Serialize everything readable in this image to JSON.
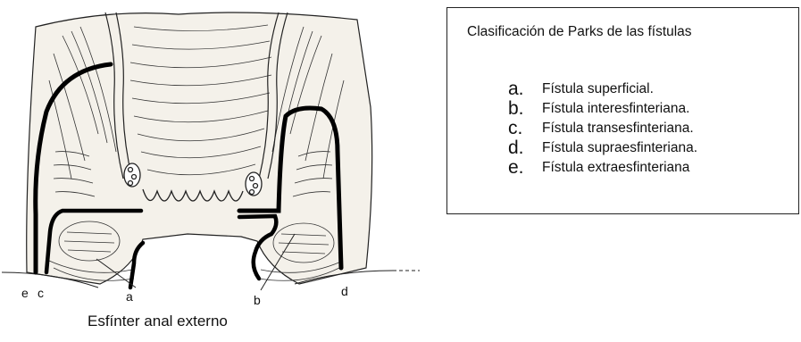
{
  "figure": {
    "caption": "Esfínter anal externo",
    "labels": {
      "e": "e",
      "c": "c",
      "a": "a",
      "b": "b",
      "d": "d"
    }
  },
  "legend": {
    "title": "Clasificación de Parks de las fístulas",
    "items": [
      {
        "letter": "a.",
        "text": "Fístula superficial."
      },
      {
        "letter": "b.",
        "text": "Fístula interesfinteriana."
      },
      {
        "letter": "c.",
        "text": "Fístula transesfinteriana."
      },
      {
        "letter": "d.",
        "text": "Fístula supraesfinteriana."
      },
      {
        "letter": "e.",
        "text": "Fístula extraesfinteriana"
      }
    ]
  },
  "colors": {
    "ink": "#111111",
    "tissue": "#f4f1ea",
    "background": "#ffffff"
  }
}
